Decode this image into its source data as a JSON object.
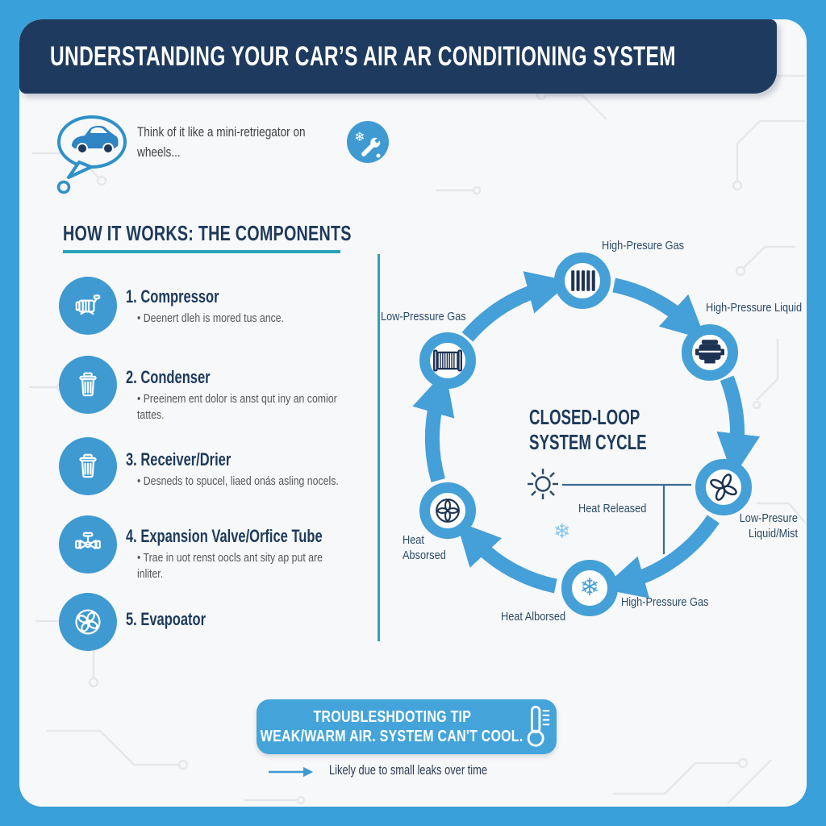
{
  "header": {
    "title": "UNDERSTANDING YOUR CAR’S AIR AR CONDITIONING SYSTEM"
  },
  "intro": {
    "text": "Think of it like a mini-retriegator on wheels..."
  },
  "components_section": {
    "heading": "HOW IT WORKS: THE COMPONENTS",
    "items": [
      {
        "number": "1.",
        "name": "Compressor",
        "description": "Deenert dleh is mored tus ance.",
        "icon": "compressor-icon"
      },
      {
        "number": "2.",
        "name": "Condenser",
        "description": "Preeinem ent dolor is anst qut iny an comior tattes.",
        "icon": "condenser-icon"
      },
      {
        "number": "3.",
        "name": "Receiver/Drier",
        "description": "Desneds to spucel, liaed onás asling nocels.",
        "icon": "receiver-drier-icon"
      },
      {
        "number": "4.",
        "name": "Expansion Valve/Orfice Tube",
        "description": "Trae in uot renst oocls ant sity ap put are inliter.",
        "icon": "expansion-valve-icon"
      },
      {
        "number": "5.",
        "name": "Evapoator",
        "description": "",
        "icon": "evaporator-fan-icon"
      }
    ]
  },
  "cycle": {
    "title_line1": "CLOSED-LOOP",
    "title_line2": "SYSTEM CYCLE",
    "labels": {
      "top": "High-Presure Gas",
      "upper_right": "High-Pressure Liquid",
      "upper_left": "Low-Pressure Gas",
      "right_line1": "Low-Presure",
      "right_line2": "Liquid/Mist",
      "bottom_right": "High-Pressure Gas",
      "bottom_left": "Heat Alborsed",
      "left_line1": "Heat",
      "left_line2": "Absorsed",
      "legend": "Heat Released"
    }
  },
  "troubleshooting": {
    "line1": "TROUBLESHDOTING TIP",
    "line2": "WEAK/WARM AIR. SYSTEM CAN'T COOL.",
    "note": "Likely due to small leaks over time"
  },
  "icons": {
    "snowflake_glyph": "❄"
  },
  "colors": {
    "accent_blue": "#3f9ad2",
    "navy": "#1e3a5e",
    "teal": "#2aa3ba",
    "border_blue": "#3aa0d9",
    "light_snowflake": "#85c6ea"
  }
}
